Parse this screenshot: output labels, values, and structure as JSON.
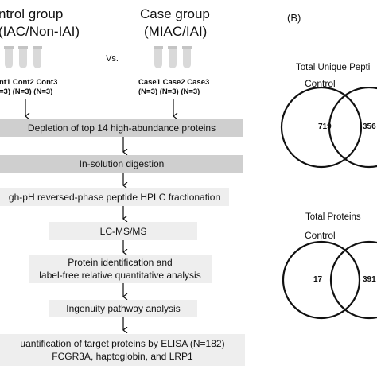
{
  "control": {
    "title": "ntrol group",
    "subtitle": "(IAC/Non-IAI)",
    "tube_names": "nt1 Cont2 Cont3",
    "tube_counts": "=3) (N=3) (N=3)"
  },
  "versus": "Vs.",
  "case": {
    "title": "Case group",
    "subtitle": "(MIAC/IAI)",
    "tube_names": "Case1 Case2 Case3",
    "tube_counts": "(N=3) (N=3) (N=3)"
  },
  "steps": [
    {
      "line1": "Depletion of top 14 high-abundance proteins",
      "line2": ""
    },
    {
      "line1": "In-solution digestion",
      "line2": ""
    },
    {
      "line1": "gh-pH reversed-phase peptide HPLC fractionation",
      "line2": ""
    },
    {
      "line1": "LC-MS/MS",
      "line2": ""
    },
    {
      "line1": "Protein identification and",
      "line2": "label-free relative quantitative analysis"
    },
    {
      "line1": "Ingenuity pathway analysis",
      "line2": ""
    },
    {
      "line1": "uantification of target proteins by ELISA (N=182)",
      "line2": "FCGR3A, haptoglobin, and LRP1"
    }
  ],
  "panel_b": {
    "label": "(B)",
    "venn_top": {
      "title": "Total Unique Pepti",
      "set_label": "Control",
      "only_value": "719",
      "overlap_value": "356"
    },
    "venn_bottom": {
      "title": "Total Proteins",
      "set_label": "Control",
      "only_value": "17",
      "overlap_value": "391"
    }
  },
  "colors": {
    "dark_box": "#cfcfcf",
    "light_box": "#eeeeee",
    "tube": "#d9d9d9"
  }
}
